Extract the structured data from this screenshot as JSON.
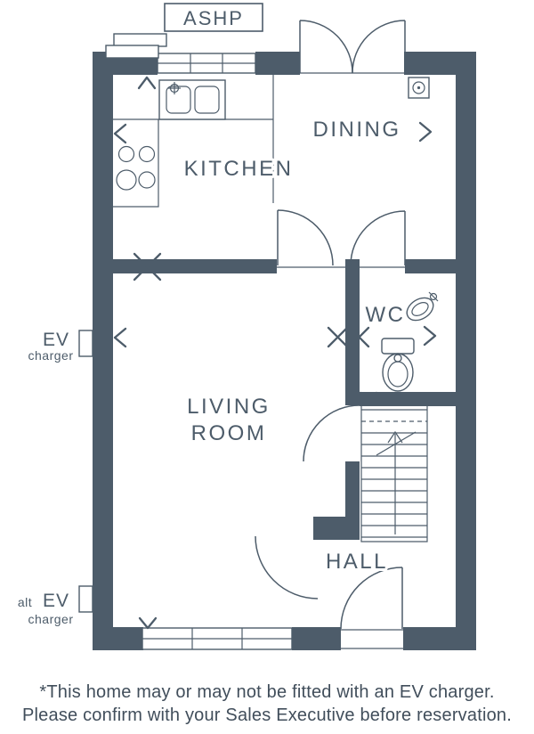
{
  "colors": {
    "wall": "#4d5c6a",
    "text": "#414e5b"
  },
  "labels": {
    "ashp": "ASHP",
    "kitchen": "KITCHEN",
    "dining": "DINING",
    "wc": "WC",
    "living_line1": "LIVING",
    "living_line2": "ROOM",
    "hall": "HALL"
  },
  "ev": {
    "label": "EV",
    "sub": "charger"
  },
  "alt_ev": {
    "prefix": "alt",
    "label": "EV",
    "sub": "charger"
  },
  "footer": {
    "line1": "*This home may or may not be fitted with an EV charger.",
    "line2": "Please confirm with your Sales Executive before reservation."
  },
  "fixtures": {
    "heat_pump": "ashp-unit",
    "sink": "kitchen-sink",
    "hob": "hob",
    "flue": "flue-box",
    "toilet": "toilet",
    "basin": "wc-basin",
    "stairs": "stairs",
    "ev_unit": "ev-charger-unit",
    "alt_ev_unit": "alt-ev-charger-unit"
  }
}
